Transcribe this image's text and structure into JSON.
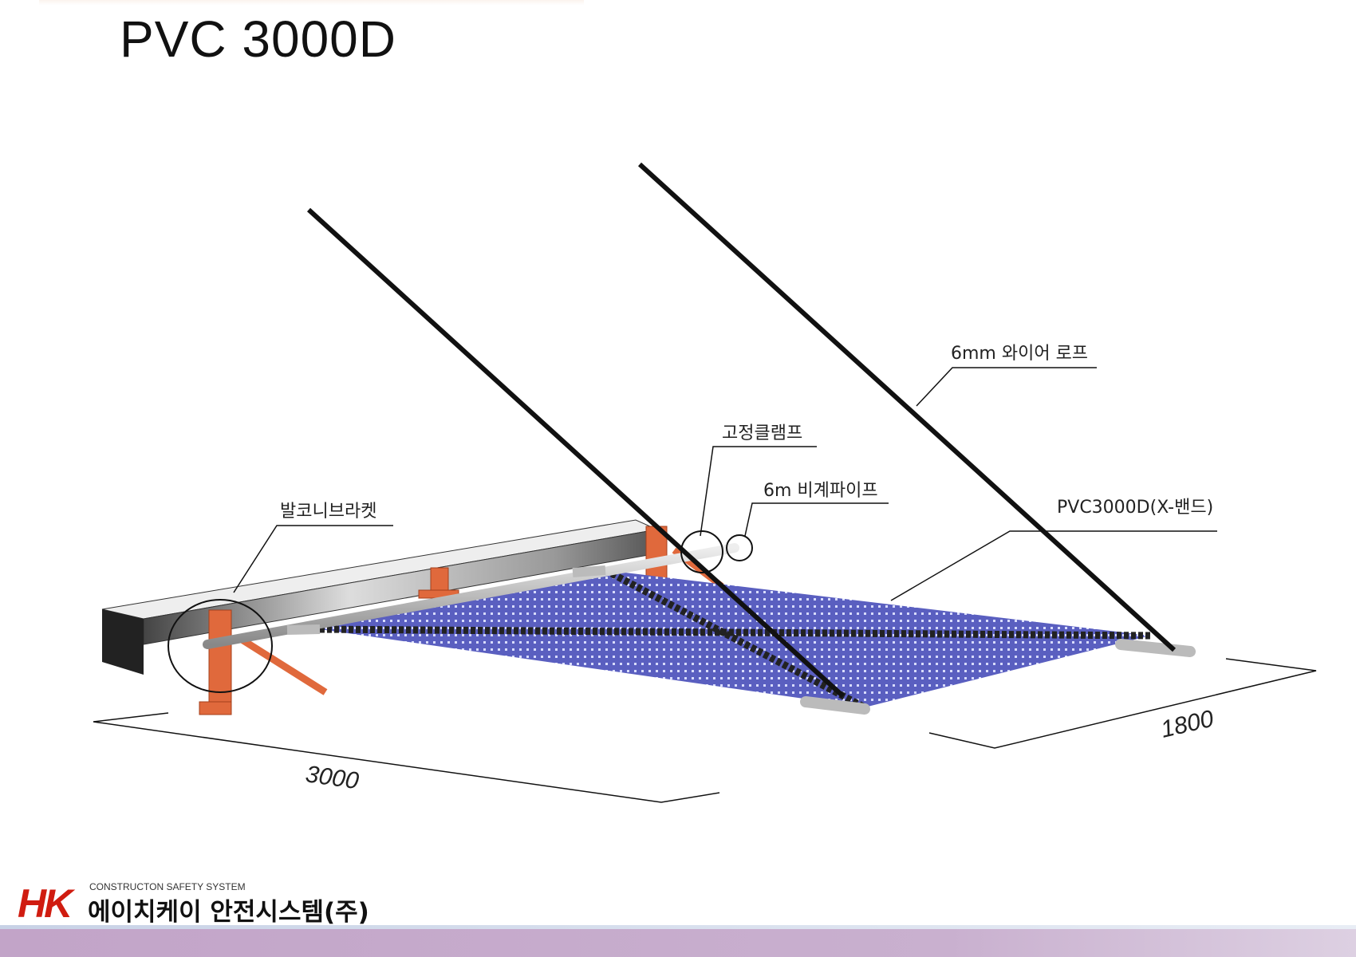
{
  "title": "PVC 3000D",
  "labels": {
    "balcony_bracket": "발코니브라켓",
    "fixed_clamp": "고정클램프",
    "scaffold_pipe": "6m 비계파이프",
    "wire_rope": "6mm 와이어 로프",
    "net": "PVC3000D(X-밴드)"
  },
  "dimensions": {
    "length": "3000",
    "width": "1800"
  },
  "footer": {
    "logo": "HK",
    "tagline": "CONSTRUCTON SAFETY SYSTEM",
    "company": "에이치케이 안전시스템(주)"
  },
  "colors": {
    "net": "#5a5fc0",
    "bracket": "#e0693c",
    "logo": "#d01c10"
  }
}
